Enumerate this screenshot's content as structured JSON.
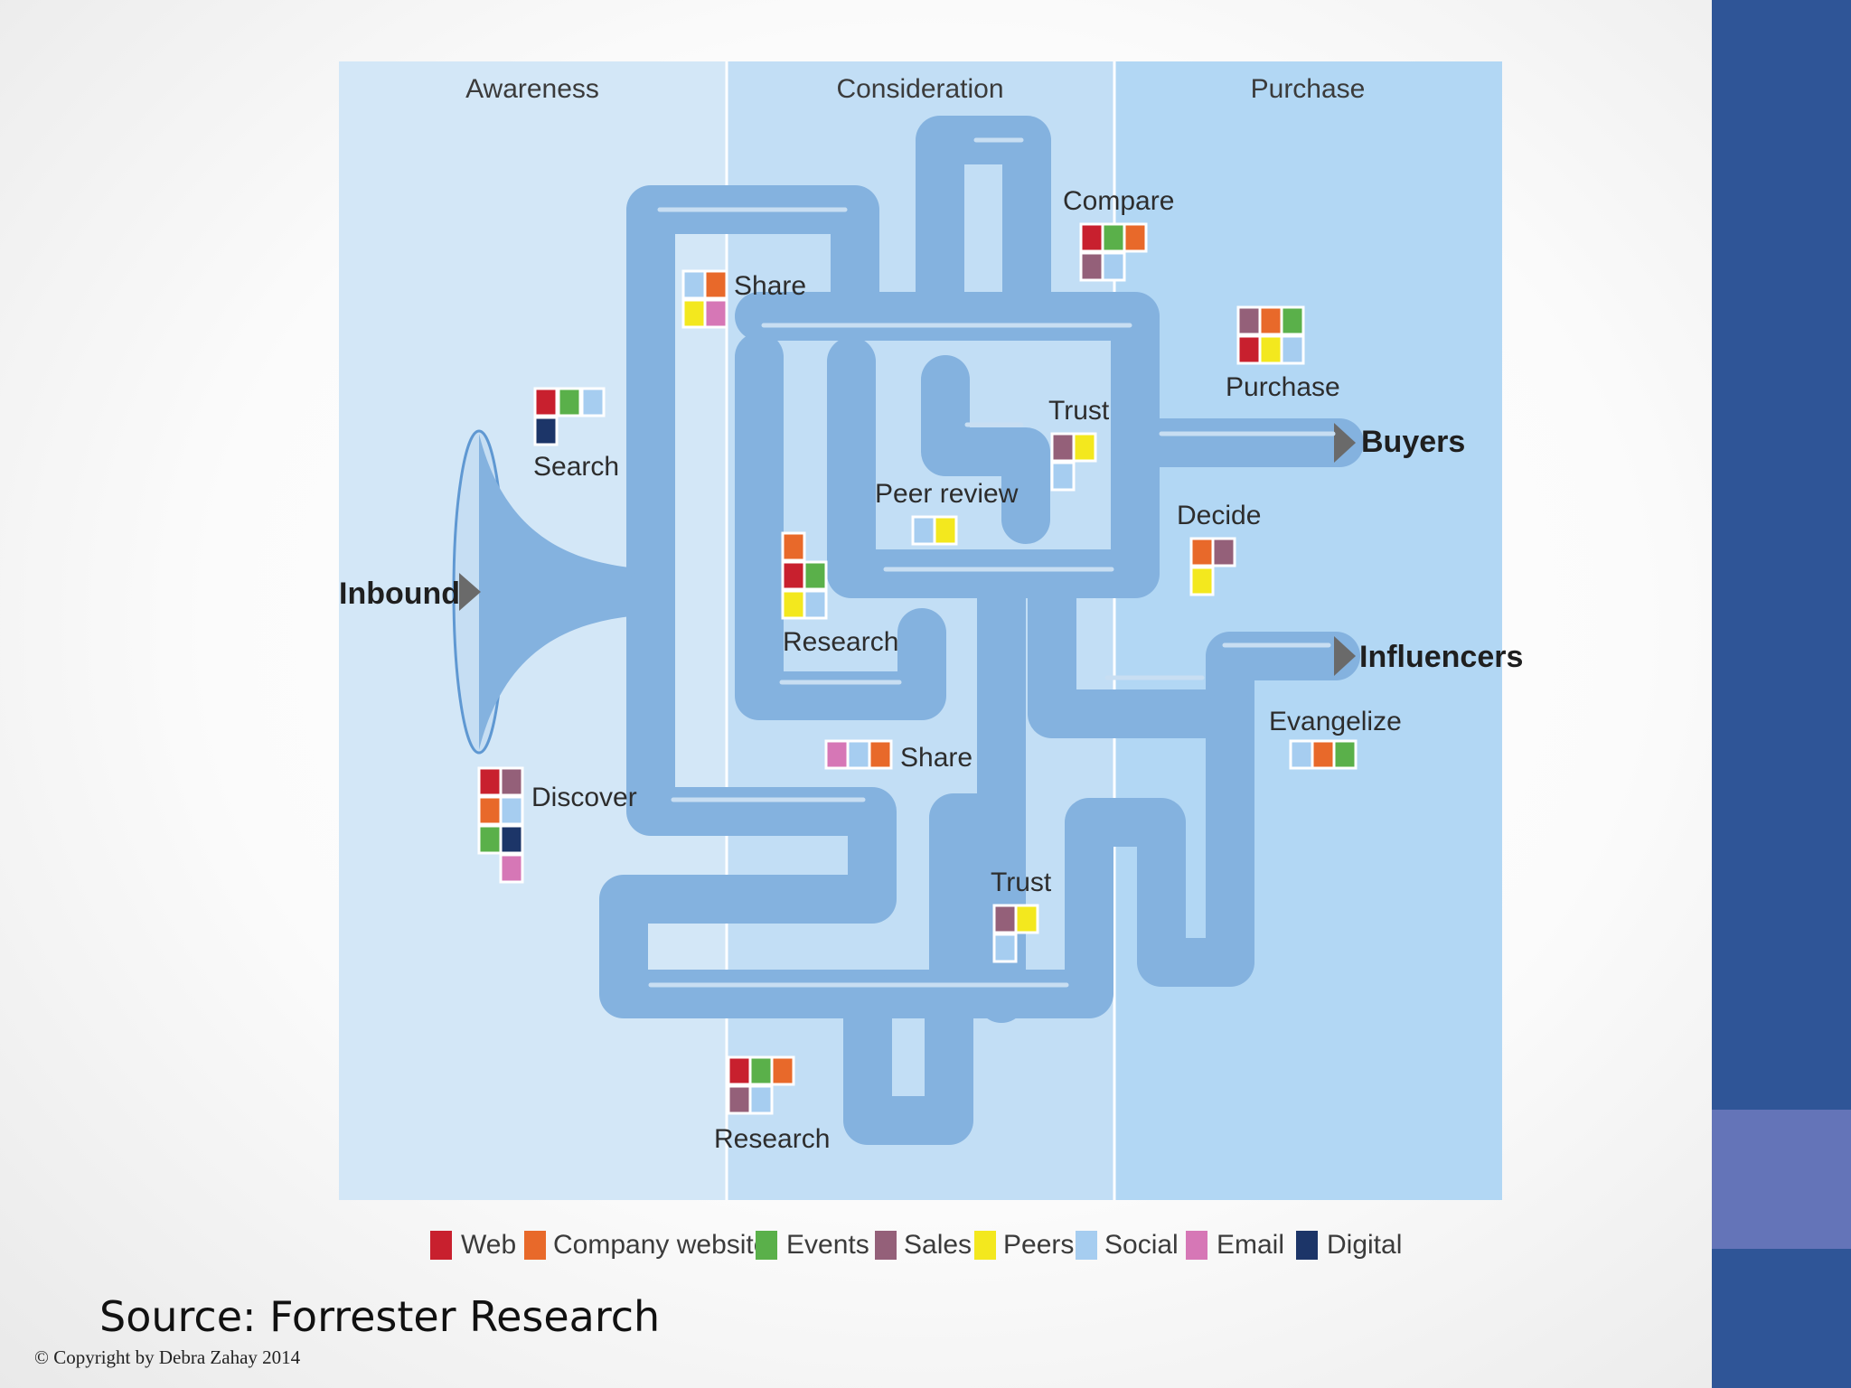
{
  "columns": [
    "Awareness",
    "Consideration",
    "Purchase"
  ],
  "steps": {
    "search": "Search",
    "share_top": "Share",
    "compare": "Compare",
    "purchase": "Purchase",
    "trust_top": "Trust",
    "peer_review": "Peer review",
    "decide": "Decide",
    "research_mid": "Research",
    "share_mid": "Share",
    "discover": "Discover",
    "evangelize": "Evangelize",
    "trust_bottom": "Trust",
    "research_bottom": "Research"
  },
  "endpoints": {
    "inbound": "Inbound",
    "buyers": "Buyers",
    "influencers": "Influencers"
  },
  "legend": [
    {
      "label": "Web",
      "color": "#c8202e"
    },
    {
      "label": "Company website",
      "color": "#e8692a"
    },
    {
      "label": "Events",
      "color": "#5ab04a"
    },
    {
      "label": "Sales",
      "color": "#946079"
    },
    {
      "label": "Peers",
      "color": "#f3e81e"
    },
    {
      "label": "Social",
      "color": "#a6cdf0"
    },
    {
      "label": "Email",
      "color": "#d677b6"
    },
    {
      "label": "Digital",
      "color": "#1c3568"
    }
  ],
  "source": "Source: Forrester Research",
  "copyright": "© Copyright by Debra Zahay 2014"
}
